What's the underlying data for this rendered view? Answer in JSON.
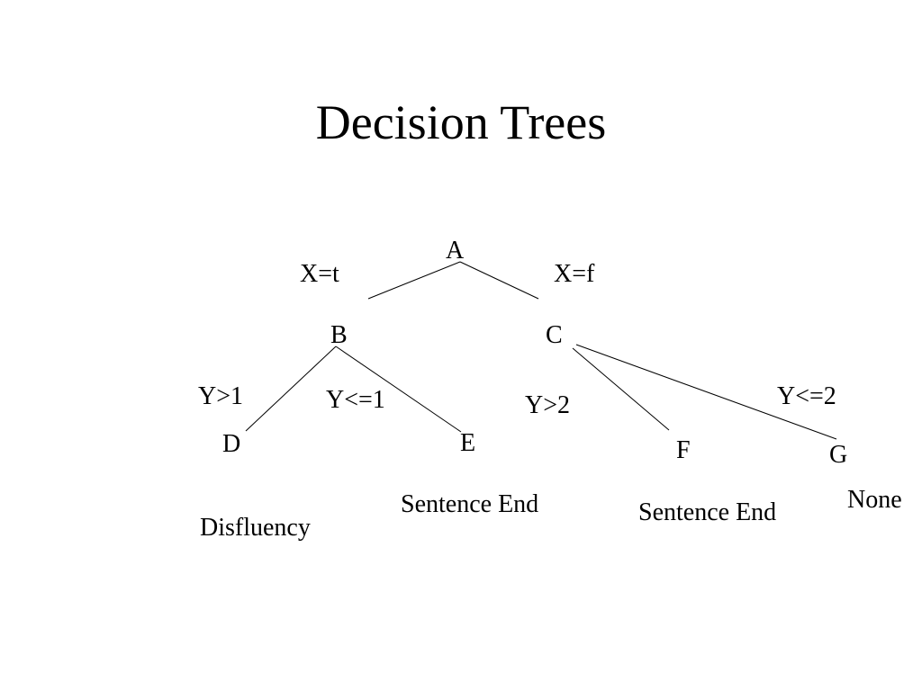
{
  "title": "Decision Trees",
  "nodes": {
    "a": "A",
    "b": "B",
    "c": "C",
    "d": "D",
    "e": "E",
    "f": "F",
    "g": "G"
  },
  "edges": {
    "a_b": "X=t",
    "a_c": "X=f",
    "b_d": "Y>1",
    "b_e": "Y<=1",
    "c_f": "Y>2",
    "c_g": "Y<=2"
  },
  "outcomes": {
    "d": "Disfluency",
    "e": "Sentence End",
    "f": "Sentence End",
    "g": "None"
  }
}
